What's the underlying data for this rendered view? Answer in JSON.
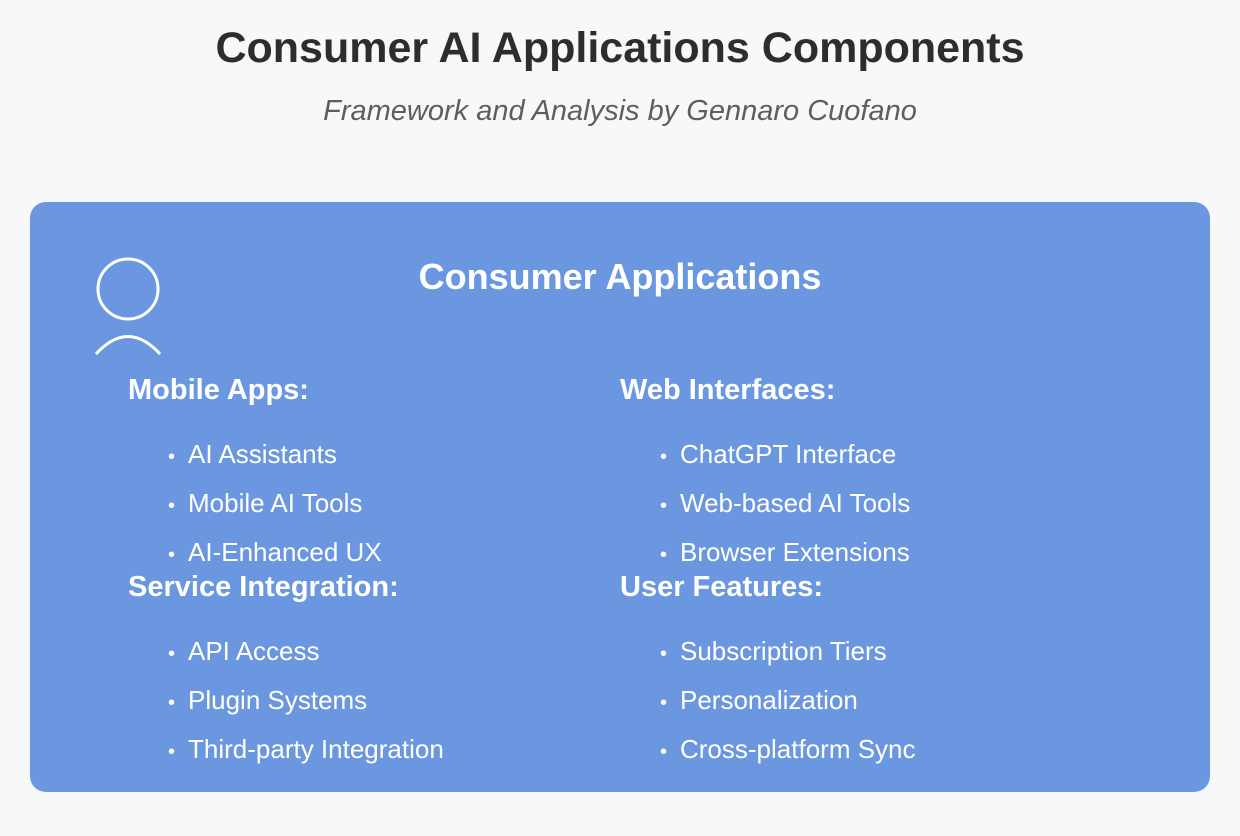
{
  "header": {
    "title": "Consumer AI Applications Components",
    "subtitle": "Framework and Analysis by Gennaro Cuofano"
  },
  "panel": {
    "title": "Consumer Applications",
    "icon": "user-icon",
    "color": "#6a97df",
    "bullet_symbol": "•",
    "sections": [
      {
        "heading": "Mobile Apps:",
        "items": [
          "AI Assistants",
          "Mobile AI Tools",
          "AI-Enhanced UX"
        ]
      },
      {
        "heading": "Web Interfaces:",
        "items": [
          "ChatGPT Interface",
          "Web-based AI Tools",
          "Browser Extensions"
        ]
      },
      {
        "heading": "Service Integration:",
        "items": [
          "API Access",
          "Plugin Systems",
          "Third-party Integration"
        ]
      },
      {
        "heading": "User Features:",
        "items": [
          "Subscription Tiers",
          "Personalization",
          "Cross-platform Sync"
        ]
      }
    ]
  }
}
